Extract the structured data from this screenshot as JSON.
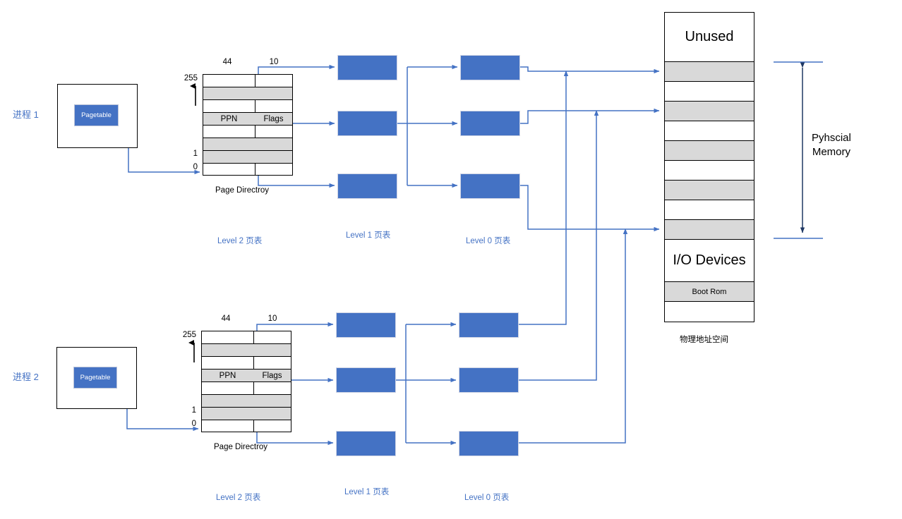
{
  "colors": {
    "accent_blue": "#4472C4",
    "wire_blue": "#4472C4",
    "row_gray": "#d9d9d9",
    "stroke_black": "#000000"
  },
  "processes": [
    {
      "id": "process-1",
      "label": "进程 1",
      "pagetable_label": "Pagetable",
      "page_directory": {
        "caption": "Page Directroy",
        "column_headers": [
          "44",
          "10"
        ],
        "tick_labels": [
          "255",
          "1",
          "0"
        ],
        "cells": [
          "PPN",
          "Flags"
        ],
        "row_count": 8
      },
      "level_labels": {
        "level2": "Level 2 页表",
        "level1": "Level 1 页表",
        "level0": "Level 0 页表"
      }
    },
    {
      "id": "process-2",
      "label": "进程 2",
      "pagetable_label": "Pagetable",
      "page_directory": {
        "caption": "Page Directroy",
        "column_headers": [
          "44",
          "10"
        ],
        "tick_labels": [
          "255",
          "1",
          "0"
        ],
        "cells": [
          "PPN",
          "Flags"
        ],
        "row_count": 8
      },
      "level_labels": {
        "level2": "Level 2 页表",
        "level1": "Level 1 页表",
        "level0": "Level 0 页表"
      }
    }
  ],
  "physical_memory": {
    "caption": "物理地址空间",
    "bracket_label_line1": "Pyhscial",
    "bracket_label_line2": "Memory",
    "rows": [
      {
        "label": "Unused",
        "size": "big",
        "shade": "white"
      },
      {
        "label": "",
        "size": "small",
        "shade": "gray"
      },
      {
        "label": "",
        "size": "small",
        "shade": "white"
      },
      {
        "label": "",
        "size": "small",
        "shade": "gray"
      },
      {
        "label": "",
        "size": "small",
        "shade": "white"
      },
      {
        "label": "",
        "size": "small",
        "shade": "gray"
      },
      {
        "label": "",
        "size": "small",
        "shade": "white"
      },
      {
        "label": "",
        "size": "small",
        "shade": "gray"
      },
      {
        "label": "",
        "size": "small",
        "shade": "white"
      },
      {
        "label": "",
        "size": "small",
        "shade": "gray"
      },
      {
        "label": "I/O Devices",
        "size": "big",
        "shade": "white"
      },
      {
        "label": "Boot Rom",
        "size": "small",
        "shade": "gray"
      },
      {
        "label": "",
        "size": "small",
        "shade": "white"
      }
    ]
  }
}
